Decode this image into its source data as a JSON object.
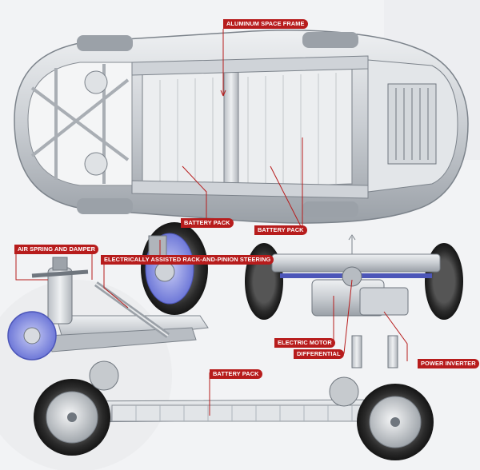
{
  "labels": {
    "aluminum_space_frame": "ALUMINUM SPACE FRAME",
    "battery_pack_top": "BATTERY PACK",
    "battery_pack_mid": "BATTERY PACK",
    "air_spring_and_damper": "AIR SPRING AND DAMPER",
    "steering": "ELECTRICALLY ASSISTED RACK-AND-PINION STEERING",
    "electric_motor": "ELECTRIC MOTOR",
    "differential": "DIFFERENTIAL",
    "power_inverter": "POWER INVERTER",
    "battery_pack_bottom": "BATTERY PACK"
  },
  "colors": {
    "label_bg": "#b71c1c",
    "leader": "#b71c1c",
    "background": "#f2f3f5",
    "metal": "#cfd3d8",
    "tire": "#2b2b2b",
    "brake_disc": "#8e98e8"
  }
}
